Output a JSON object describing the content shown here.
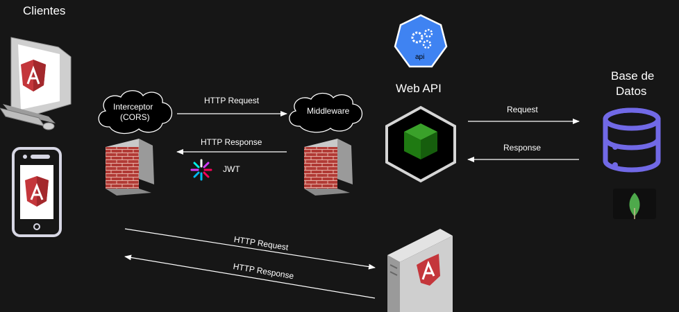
{
  "labels": {
    "clients_title": "Clientes",
    "interceptor_line1": "Interceptor",
    "interceptor_line2": "(CORS)",
    "middleware": "Middleware",
    "http_request_top": "HTTP Request",
    "http_response_top": "HTTP Response",
    "jwt": "JWT",
    "web_api": "Web API",
    "api_badge": "api",
    "request_db": "Request",
    "response_db": "Response",
    "database_line1": "Base de",
    "database_line2": "Datos",
    "http_request_bottom": "HTTP Request",
    "http_response_bottom": "HTTP Response"
  },
  "icons": [
    "desktop-computer-icon",
    "smartphone-icon",
    "angular-logo",
    "firewall-icon",
    "jwt-logo",
    "kubernetes-api-icon",
    "dotnet-cube-icon",
    "database-icon",
    "mongodb-leaf-icon",
    "server-tower-icon",
    "cloud-shape"
  ],
  "colors": {
    "background": "#161616",
    "angular_red": "#c4363b",
    "database_purple": "#7169e6",
    "api_blue": "#3f83f2",
    "cube_green": "#1f7a12",
    "mongo_green": "#4ea94b"
  }
}
